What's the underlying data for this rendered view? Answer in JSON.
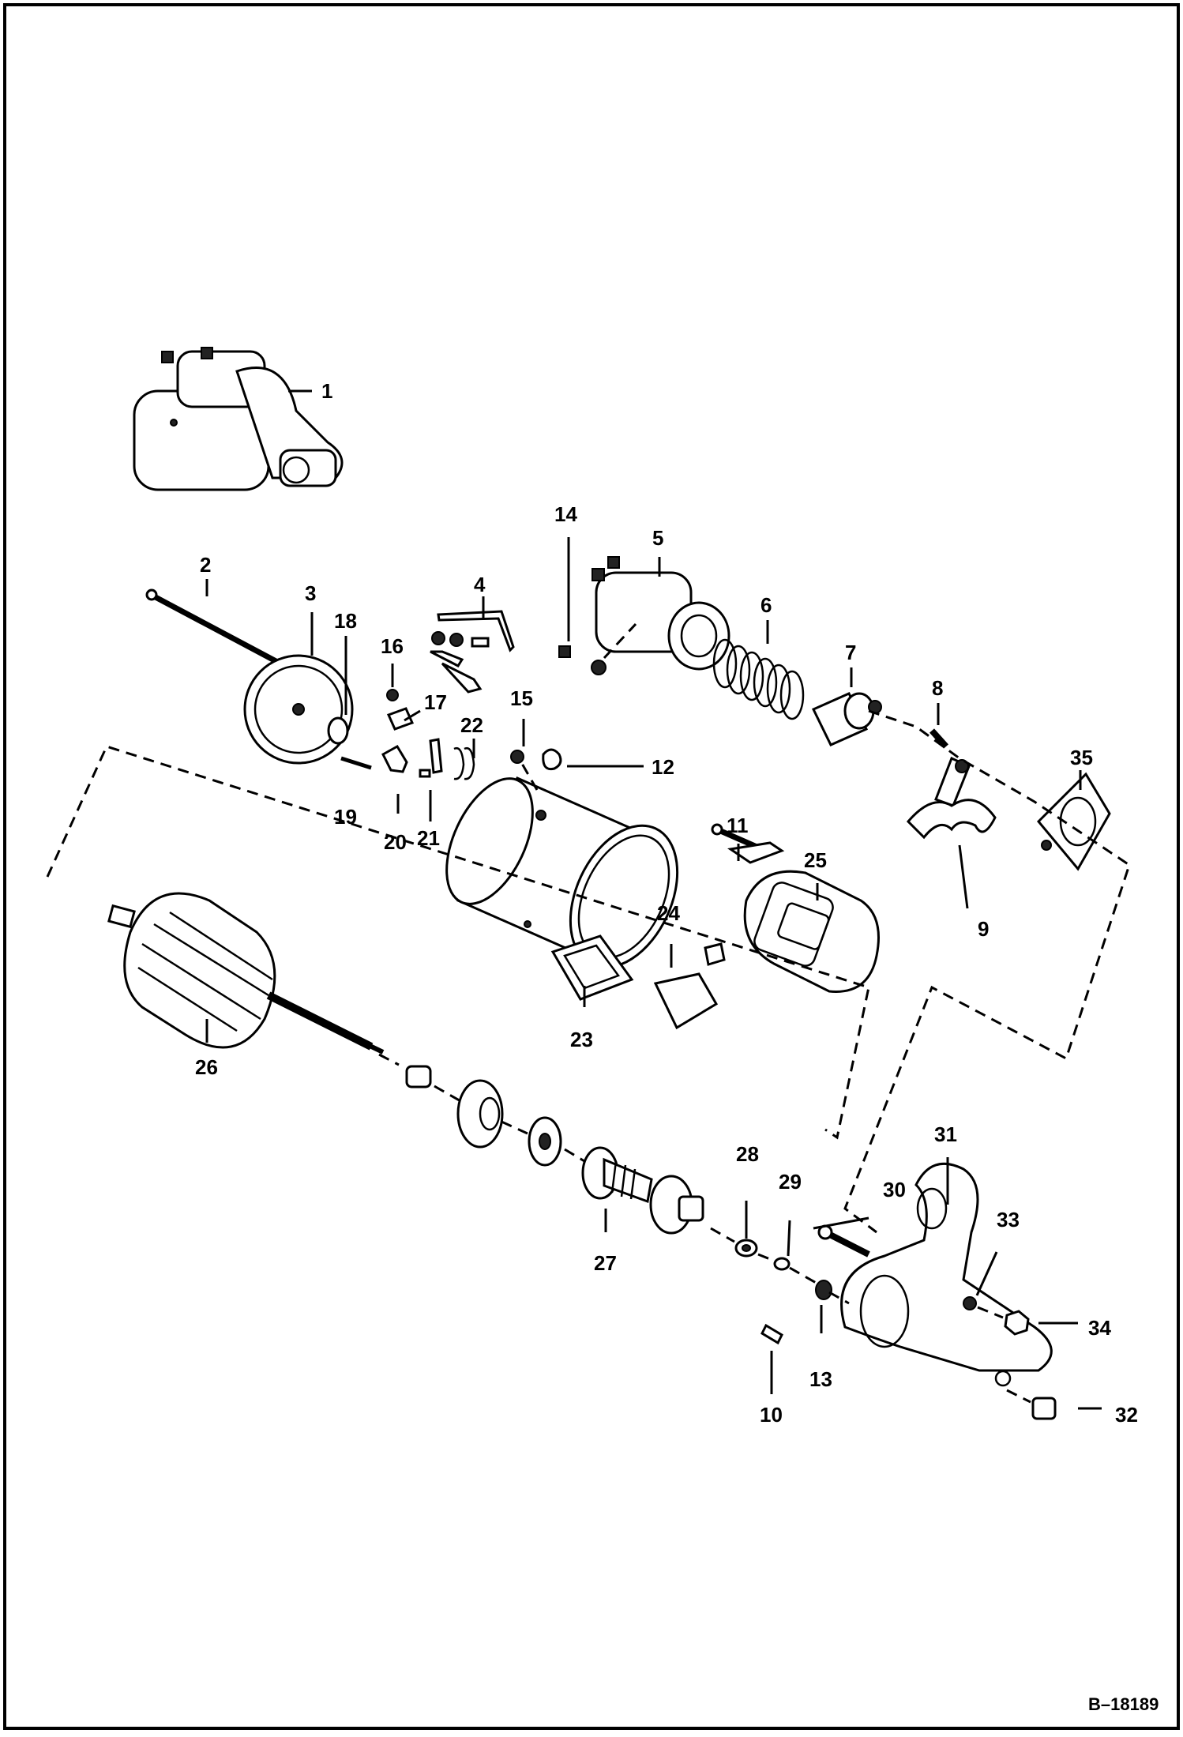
{
  "figure_id": "B–18189",
  "callouts": [
    "1",
    "2",
    "3",
    "4",
    "5",
    "6",
    "7",
    "8",
    "9",
    "10",
    "11",
    "12",
    "13",
    "14",
    "15",
    "16",
    "17",
    "18",
    "19",
    "20",
    "21",
    "22",
    "23",
    "24",
    "25",
    "26",
    "27",
    "28",
    "29",
    "30",
    "31",
    "32",
    "33",
    "34",
    "35"
  ]
}
